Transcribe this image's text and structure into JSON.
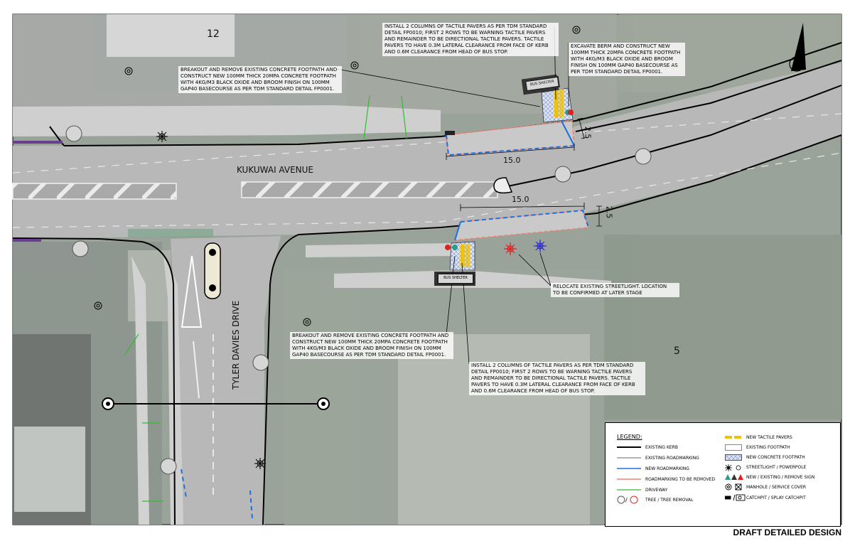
{
  "map": {
    "street_main": "KUKUWAI AVENUE",
    "street_side": "TYLER DAVIES DRIVE",
    "lot_12": "12",
    "lot_5": "5",
    "dim_top_length": "15.0",
    "dim_top_width": "2.5",
    "dim_bottom_length": "15.0",
    "dim_bottom_width": "2.5",
    "shelter_top": "BUS SHELTER",
    "shelter_bottom": "BUS SHELTER"
  },
  "notes": {
    "tactile_top": "INSTALL 2 COLUMNS OF TACTILE PAVERS AS PER TDM STANDARD\nDETAIL FP0010; FIRST 2 ROWS TO BE WARNING TACTILE PAVERS\nAND REMAINDER TO BE DIRECTIONAL TACTILE PAVERS. TACTILE\nPAVERS TO HAVE 0.3m LATERAL CLEARANCE FROM FACE OF KERB\nAND 0.6m CLEARANCE FROM HEAD OF BUS STOP.",
    "excavate_berm": "EXCAVATE BERM AND CONSTRUCT NEW\n100mm THICK 20MPa CONCRETE FOOTPATH\nWITH 4kg/m3 BLACK OXIDE AND BROOM\nFINISH ON 100mm GAP40 BASECOURSE AS\nPER TDM STANDARD DETAIL FP0001.",
    "breakout_top": "BREAKOUT AND REMOVE EXISTING CONCRETE FOOTPATH AND\nCONSTRUCT NEW 100mm THICK 20MPa CONCRETE FOOTPATH\nWITH 4kg/m3 BLACK OXIDE AND BROOM FINISH ON 100mm\nGAP40 BASECOURSE AS PER TDM STANDARD DETAIL FP0001.",
    "relocate_streetlight": "RELOCATE EXISTING STREETLIGHT. LOCATION\nTO BE CONFIRMED AT LATER STAGE",
    "breakout_bottom": "BREAKOUT AND REMOVE EXISTING CONCRETE FOOTPATH AND\nCONSTRUCT NEW 100mm THICK 20MPa CONCRETE FOOTPATH\nWITH 4kg/m3 BLACK OXIDE AND BROOM FINISH ON 100mm\nGAP40 BASECOURSE AS PER TDM STANDARD DETAIL FP0001.",
    "tactile_bottom": "INSTALL 2 COLUMNS OF TACTILE PAVERS AS PER TDM STANDARD\nDETAIL FP0010; FIRST 2 ROWS TO BE WARNING TACTILE PAVERS\nAND REMAINDER TO BE DIRECTIONAL TACTILE PAVERS. TACTILE\nPAVERS TO HAVE 0.3m LATERAL CLEARANCE FROM FACE OF KERB\nAND 0.6m CLEARANCE FROM HEAD OF BUS STOP."
  },
  "legend": {
    "title": "LEGEND:",
    "left": [
      {
        "label": "EXISTING KERB",
        "icon": "thick-black-line"
      },
      {
        "label": "EXISTING ROADMARKING",
        "icon": "grey-line"
      },
      {
        "label": "NEW ROADMARKING",
        "icon": "blue-line"
      },
      {
        "label": "ROADMARKING TO BE REMOVED",
        "icon": "red-dashed-line"
      },
      {
        "label": "DRIVEWAY",
        "icon": "green-line"
      },
      {
        "label": "TREE / TREE REMOVAL",
        "icon": "tree-icons"
      }
    ],
    "right": [
      {
        "label": "NEW TACTILE PAVERS",
        "icon": "yellow-bar"
      },
      {
        "label": "EXISTING FOOTPATH",
        "icon": "white-box"
      },
      {
        "label": "NEW CONCRETE FOOTPATH",
        "icon": "hatched-box"
      },
      {
        "label": "STREETLIGHT / POWERPOLE",
        "icon": "streetlight-icons"
      },
      {
        "label": "NEW / EXISTING / REMOVE SIGN",
        "icon": "sign-icons"
      },
      {
        "label": "MANHOLE / SERVICE COVER",
        "icon": "manhole-icons"
      },
      {
        "label": "CATCHPIT / SPLAY CATCHPIT",
        "icon": "catchpit-icons"
      }
    ]
  },
  "colors": {
    "new_roadmarking": "#1e6fe0",
    "remove_roadmarking": "#f08070",
    "tactile": "#f2c200",
    "driveway": "#3aa53a",
    "road": "#b9b9b9"
  },
  "footer": "DRAFT DETAILED DESIGN"
}
